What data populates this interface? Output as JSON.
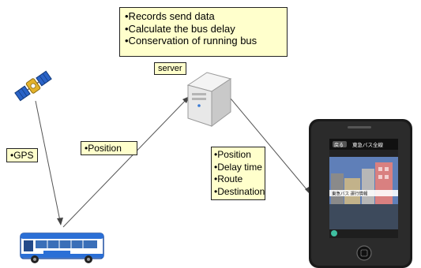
{
  "server_box": {
    "lines": [
      "•Records send data",
      "•Calculate the bus delay",
      "•Conservation of running bus"
    ]
  },
  "server_label": "server",
  "gps_label": "•GPS",
  "position_label": "•Position",
  "data_box": {
    "lines": [
      "•Position",
      "•Delay time",
      "•Route",
      "•Destination"
    ]
  },
  "phone": {
    "header_title": "東急バス全線",
    "back_label": "戻る",
    "info_text": "東急バス 運行情報"
  },
  "colors": {
    "note_bg": "#ffffcc",
    "bus_body": "#2b6fd6",
    "screen_sky": "#2a4d8c"
  },
  "icons": [
    "satellite-icon",
    "server-icon",
    "bus-icon",
    "smartphone-icon"
  ]
}
